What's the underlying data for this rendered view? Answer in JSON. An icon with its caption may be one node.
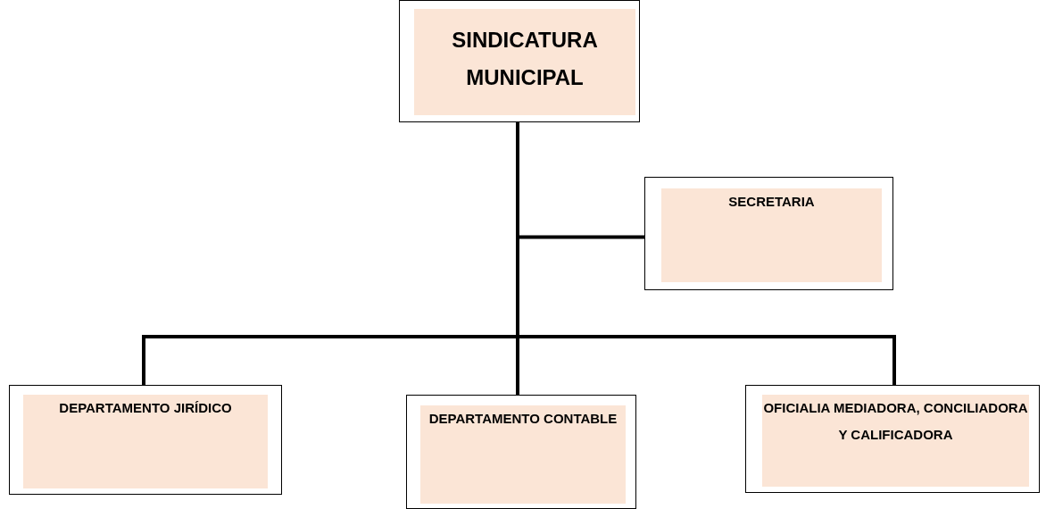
{
  "diagram": {
    "nodes": [
      {
        "text": [
          "SINDICATURA MUNICIPAL"
        ]
      },
      {
        "text": [
          "SECRETARIA"
        ]
      },
      {
        "text": [
          "DEPARTAMENTO JIRÍDICO"
        ]
      },
      {
        "text": [
          "DEPARTAMENTO CONTABLE"
        ]
      },
      {
        "text": [
          "OFICIALIA MEDIADORA, CONCILIADORA Y CALIFICADORA"
        ]
      }
    ],
    "edges": [
      {
        "from": 0,
        "to": 1,
        "arrow": "none"
      },
      {
        "from": 0,
        "to": 2,
        "arrow": "none"
      },
      {
        "from": 0,
        "to": 3,
        "arrow": "none"
      },
      {
        "from": 0,
        "to": 4,
        "arrow": "none"
      }
    ]
  }
}
